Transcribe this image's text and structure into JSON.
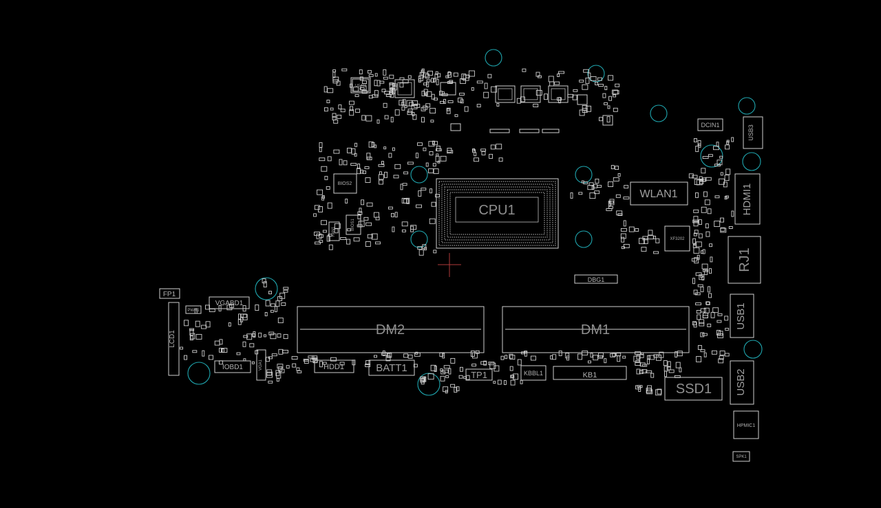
{
  "components": {
    "cpu": "CPU1",
    "dimm_a": "DM2",
    "dimm_b": "DM1",
    "wlan": "WLAN1",
    "hdmi": "HDMI1",
    "rj45": "RJ1",
    "usb1": "USB1",
    "usb2": "USB2",
    "usb3": "USB3",
    "ssd": "SSD1",
    "batt": "BATT1",
    "hdd": "HDD1",
    "tp": "TP1",
    "kbbl": "KBBL1",
    "kb": "KB1",
    "dbg": "DBG1",
    "dcin": "DCIN1",
    "hpmic": "HPMIC1",
    "spk": "SPK1",
    "fp": "FP1",
    "lcd": "LCD1",
    "vgabd": "VGABD1",
    "iobd": "IOBD1",
    "bios": "BIOS2",
    "bios1": "BIOS1",
    "fan": "FAN1",
    "xf": "XF3202",
    "pwr": "PWR1",
    "ug": "UG402",
    "vga": "VGA1"
  }
}
